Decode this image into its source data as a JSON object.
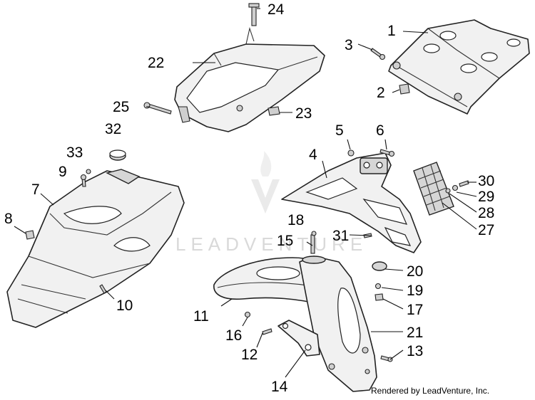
{
  "watermark": {
    "text": "LEADVENTURE"
  },
  "footer": {
    "credit": "Rendered by LeadVenture, Inc."
  },
  "callouts": {
    "c1": "1",
    "c2": "2",
    "c3": "3",
    "c4": "4",
    "c5": "5",
    "c6": "6",
    "c7": "7",
    "c8": "8",
    "c9": "9",
    "c10": "10",
    "c11": "11",
    "c12": "12",
    "c13": "13",
    "c14": "14",
    "c15": "15",
    "c16": "16",
    "c17": "17",
    "c18": "18",
    "c19": "19",
    "c20": "20",
    "c21": "21",
    "c22": "22",
    "c23": "23",
    "c24": "24",
    "c25": "25",
    "c27": "27",
    "c28": "28",
    "c29": "29",
    "c30": "30",
    "c31": "31",
    "c32": "32",
    "c33": "33"
  }
}
